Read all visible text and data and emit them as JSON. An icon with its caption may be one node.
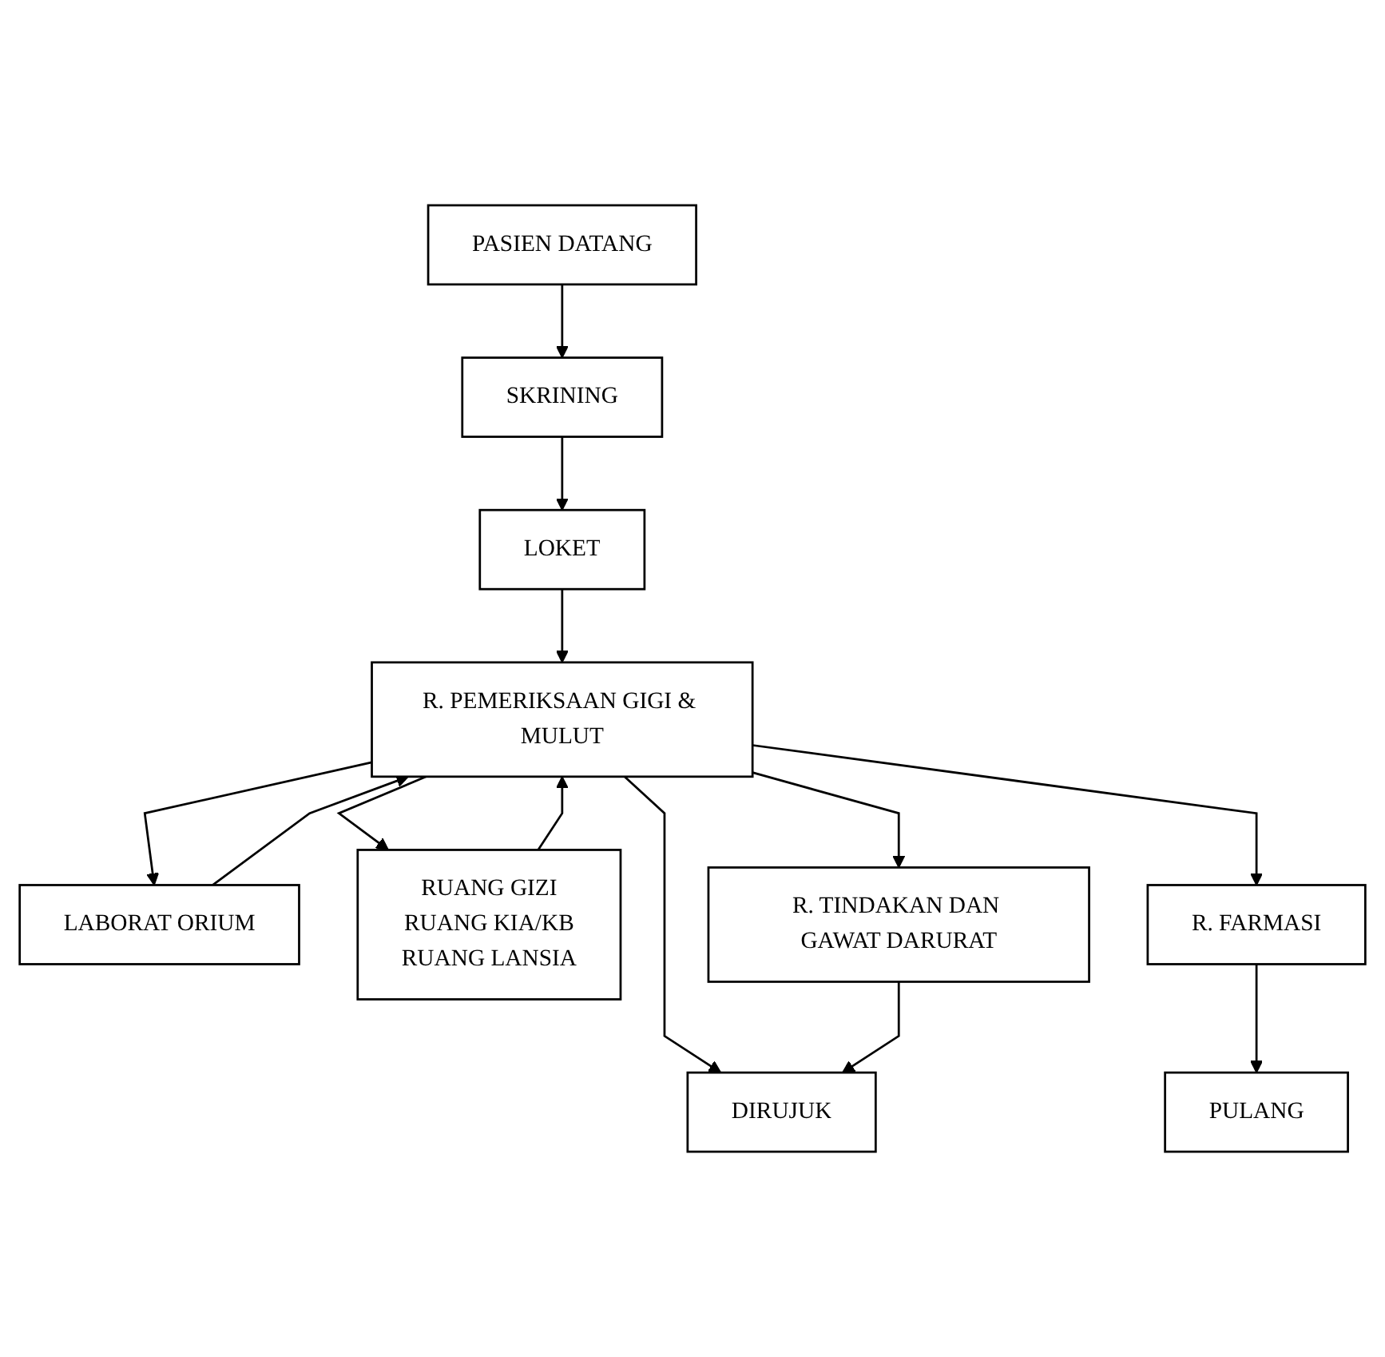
{
  "diagram": {
    "nodes": [
      {
        "text": [
          "PASIEN DATANG"
        ]
      },
      {
        "text": [
          "SKRINING"
        ]
      },
      {
        "text": [
          "LOKET"
        ]
      },
      {
        "text": [
          "LABORAT ORIUM"
        ]
      },
      {
        "text": [
          "R. PEMERIKSAAN GIGI & MULUT"
        ]
      },
      {
        "text": [
          "RUANG GIZI",
          "RUANG KIA/KB",
          "RUANG LANSIA"
        ]
      },
      {
        "text": [
          "DIRUJUK"
        ]
      },
      {
        "text": [
          "R. TINDAKAN DAN GAWAT DARURAT"
        ]
      },
      {
        "text": [
          "R. FARMASI"
        ]
      },
      {
        "text": [
          "PULANG"
        ]
      }
    ],
    "edges": [
      {
        "from": 0,
        "to": 1,
        "arrow": "to"
      },
      {
        "from": 1,
        "to": 2,
        "arrow": "to"
      },
      {
        "from": 2,
        "to": 4,
        "arrow": "to"
      },
      {
        "from": 3,
        "to": 4,
        "arrow": "to"
      },
      {
        "from": 4,
        "to": 3,
        "arrow": "to"
      },
      {
        "from": 4,
        "to": 5,
        "arrow": "to"
      },
      {
        "from": 5,
        "to": 4,
        "arrow": "to"
      },
      {
        "from": 4,
        "to": 6,
        "arrow": "to"
      },
      {
        "from": 4,
        "to": 7,
        "arrow": "to"
      },
      {
        "from": 4,
        "to": 8,
        "arrow": "to"
      },
      {
        "from": 7,
        "to": 6,
        "arrow": "to"
      },
      {
        "from": 8,
        "to": 9,
        "arrow": "to"
      }
    ]
  }
}
